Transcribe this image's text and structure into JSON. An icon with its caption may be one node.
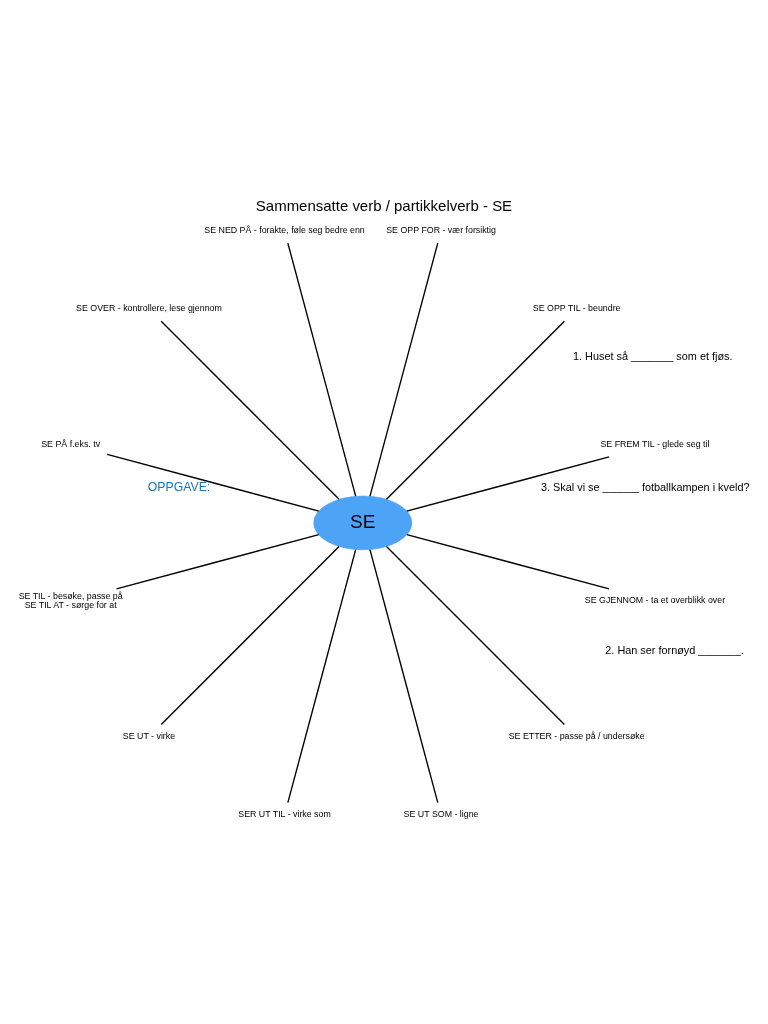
{
  "diagram": {
    "title": "Sammensatte verb / partikkelverb - SE",
    "nodes": [
      {
        "text": [
          "SE"
        ]
      },
      {
        "text": [
          "SE FREM TIL - glede seg til"
        ]
      },
      {
        "text": [
          "SE OPP TIL - beundre"
        ]
      },
      {
        "text": [
          "SE OPP FOR - vær forsiktig"
        ]
      },
      {
        "text": [
          "SE NED PÅ - forakte, føle seg bedre enn"
        ]
      },
      {
        "text": [
          "SE OVER - kontrollere, lese gjennom"
        ]
      },
      {
        "text": [
          "SE PÅ f.eks. tv"
        ]
      },
      {
        "text": [
          "SE TIL - besøke, passe på",
          "SE TIL AT - sørge for at"
        ]
      },
      {
        "text": [
          "SE UT - virke"
        ]
      },
      {
        "text": [
          "SER UT TIL - virke som"
        ]
      },
      {
        "text": [
          "SE UT SOM - ligne"
        ]
      },
      {
        "text": [
          "SE ETTER - passe på / undersøke"
        ]
      },
      {
        "text": [
          "SE GJENNOM - ta et overblikk over"
        ]
      }
    ],
    "edges": [
      {
        "from": 0,
        "to": 1,
        "arrow": "none"
      },
      {
        "from": 0,
        "to": 2,
        "arrow": "none"
      },
      {
        "from": 0,
        "to": 3,
        "arrow": "none"
      },
      {
        "from": 0,
        "to": 4,
        "arrow": "none"
      },
      {
        "from": 0,
        "to": 5,
        "arrow": "none"
      },
      {
        "from": 0,
        "to": 6,
        "arrow": "none"
      },
      {
        "from": 0,
        "to": 7,
        "arrow": "none"
      },
      {
        "from": 0,
        "to": 8,
        "arrow": "none"
      },
      {
        "from": 0,
        "to": 9,
        "arrow": "none"
      },
      {
        "from": 0,
        "to": 10,
        "arrow": "none"
      },
      {
        "from": 0,
        "to": 11,
        "arrow": "none"
      },
      {
        "from": 0,
        "to": 12,
        "arrow": "none"
      }
    ],
    "labels": [
      "OPPGAVE:",
      "1. Huset så _______ som et fjøs.",
      "2. Han ser fornøyd _______.",
      "3. Skal vi se ______ fotballkampen i kveld?"
    ]
  }
}
